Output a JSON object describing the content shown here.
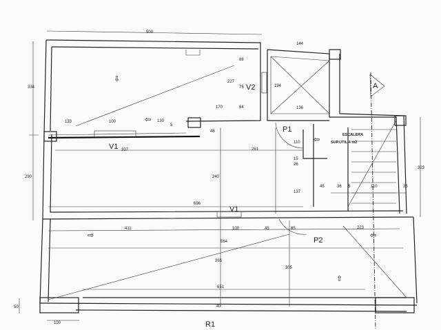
{
  "plan": {
    "labels": {
      "v1_top": "V1",
      "v1_bottom": "V1",
      "v2": "V2",
      "p1": "P1",
      "p2": "P2",
      "r1": "R1",
      "section_a": "A",
      "stair_title": "ESCALERA",
      "stair_area": "SUP.UTIL 4 m2"
    },
    "dimensions": {
      "top_width": "500",
      "left_height_top": "334",
      "left_height_bottom": "290",
      "d133": "133",
      "d100_top": "100",
      "d130": "130",
      "d5_top": "5",
      "d48": "48",
      "d337": "337",
      "d261": "261",
      "d240": "240",
      "d696": "696",
      "d170": "170",
      "d227": "227",
      "d88": "88",
      "d75": "75",
      "d64": "64",
      "d144": "144",
      "d194": "194",
      "d136": "136",
      "d110_p1": "110",
      "d26": "26",
      "d15": "15",
      "d137": "137",
      "d45_stair": "45",
      "d36": "36",
      "d5_stair": "5",
      "d110_stair": "110",
      "d25": "25",
      "d323": "323",
      "d411": "411",
      "d100_mid": "100",
      "d45_mid": "45",
      "d85": "85",
      "d223": "223",
      "d564": "564",
      "d265": "265",
      "d305": "305",
      "d651": "651",
      "d40": "40",
      "d50": "50",
      "d100_bottom": "100"
    }
  }
}
